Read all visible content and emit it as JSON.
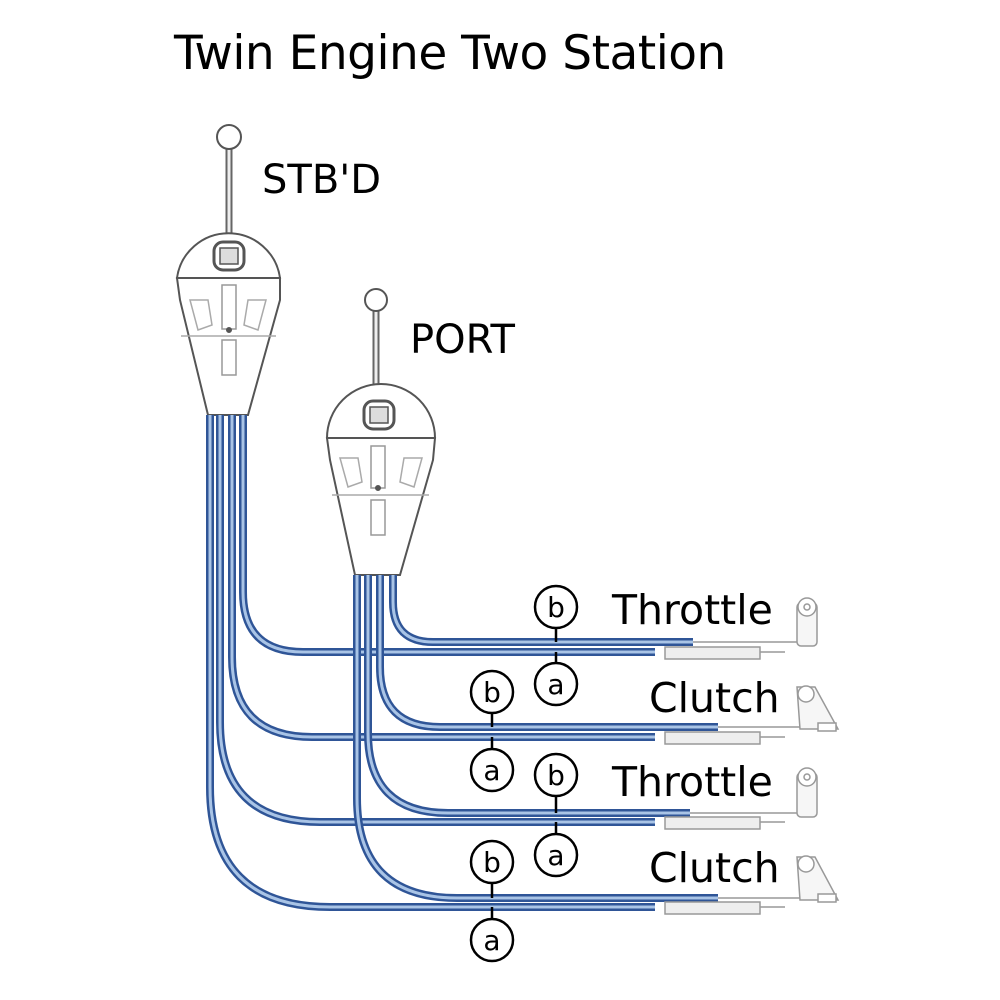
{
  "title": "Twin Engine Two Station",
  "controls": [
    {
      "id": "stbd",
      "label": "STB'D"
    },
    {
      "id": "port",
      "label": "PORT"
    }
  ],
  "rows": [
    {
      "label": "Throttle",
      "markers": [
        "b",
        "a"
      ]
    },
    {
      "label": "Clutch",
      "markers": [
        "b",
        "a"
      ]
    },
    {
      "label": "Throttle",
      "markers": [
        "b",
        "a"
      ]
    },
    {
      "label": "Clutch",
      "markers": [
        "b",
        "a"
      ]
    }
  ],
  "colors": {
    "cable_outer": "#2f5597",
    "cable_inner": "#a9c4e6",
    "outline": "#555555",
    "text": "#000000"
  }
}
